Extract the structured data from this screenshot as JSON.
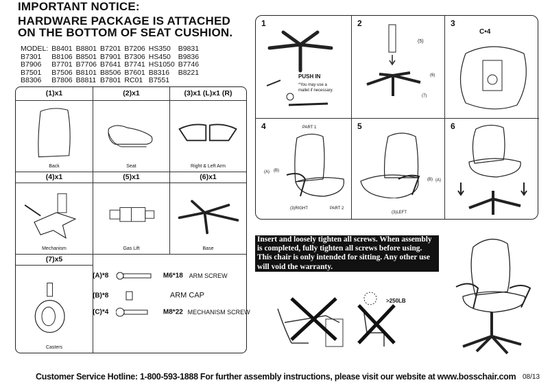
{
  "notice": {
    "heading": "IMPORTANT NOTICE:",
    "line1": "HARDWARE PACKAGE IS ATTACHED",
    "line2": "ON THE BOTTOM OF SEAT CUSHION."
  },
  "models": {
    "label": "MODEL:",
    "rows": [
      [
        "B8401",
        "B8801",
        "B7201",
        "B7206",
        "HS350",
        "B9831"
      ],
      [
        "B7301",
        "B8106",
        "B8501",
        "B7901",
        "B7306",
        "HS450",
        "B9836"
      ],
      [
        "B7906",
        "B7701",
        "B7706",
        "B7641",
        "B7741",
        "HS1050",
        "B7746"
      ],
      [
        "B7501",
        "B7506",
        "B8101",
        "B8506",
        "B7601",
        "B8316",
        "B8221"
      ],
      [
        "B8306",
        "B7806",
        "B8811",
        "B7801",
        "RC01",
        "B7551"
      ]
    ]
  },
  "parts": [
    {
      "qty": "(1)x1",
      "name": "Back"
    },
    {
      "qty": "(2)x1",
      "name": "Seat"
    },
    {
      "qty": "(3)x1 (L)x1 (R)",
      "name": "Right & Left Arm"
    },
    {
      "qty": "(4)x1",
      "name": "Mechanism"
    },
    {
      "qty": "(5)x1",
      "name": "Gas Lift"
    },
    {
      "qty": "(6)x1",
      "name": "Base"
    },
    {
      "qty": "(7)x5",
      "name": "Casters"
    }
  ],
  "hardware": [
    {
      "code": "(A)*8",
      "size": "M6*18",
      "name": "ARM SCREW"
    },
    {
      "code": "(B)*8",
      "size": "",
      "name": "ARM CAP"
    },
    {
      "code": "(C)*4",
      "size": "M8*22",
      "name": "MECHANISM SCREW"
    }
  ],
  "steps": [
    {
      "num": "1",
      "push": "PUSH IN",
      "note1": "*You may use a",
      "note2": "mallet if necessary."
    },
    {
      "num": "2",
      "l5": "(5)",
      "l6": "(6)",
      "l7": "(7)"
    },
    {
      "num": "3",
      "screws": "C•4"
    },
    {
      "num": "4",
      "part1": "PART 1",
      "part2": "PART 2",
      "right": "(3)RIGHT",
      "a": "(A)",
      "b": "(B)"
    },
    {
      "num": "5",
      "left": "(3)LEFT",
      "a": "(A)",
      "b": "(B)"
    },
    {
      "num": "6"
    }
  ],
  "warning": "Insert and loosely tighten all screws. When assembly is completed, fully tighten all screws before using. This chair is only intended for sitting. Any other use will void the warranty.",
  "weight_limit": ">250LB",
  "footer": {
    "hotline": "Customer Service Hotline: 1-800-593-1888  For further assembly instructions,  please visit our website at www.bosschair.com",
    "date": "08/13"
  }
}
